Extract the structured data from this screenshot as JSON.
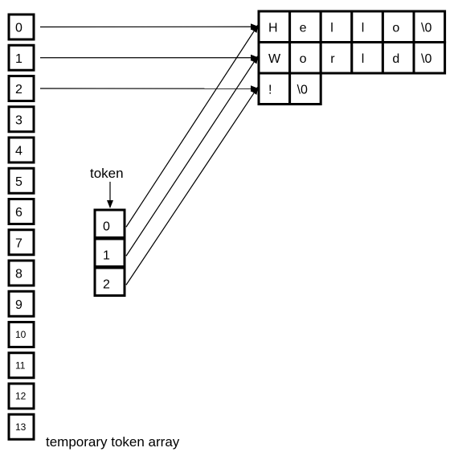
{
  "temp_array": {
    "indices": [
      "0",
      "1",
      "2",
      "3",
      "4",
      "5",
      "6",
      "7",
      "8",
      "9",
      "10",
      "11",
      "12",
      "13"
    ],
    "caption": "temporary token array"
  },
  "strings": [
    [
      "H",
      "e",
      "l",
      "l",
      "o",
      "\\0"
    ],
    [
      "W",
      "o",
      "r",
      "l",
      "d",
      "\\0"
    ],
    [
      "!",
      "\\0"
    ]
  ],
  "token": {
    "label": "token",
    "indices": [
      "0",
      "1",
      "2"
    ]
  },
  "links": [
    {
      "from": "temp_array.0",
      "to": "strings.0"
    },
    {
      "from": "temp_array.1",
      "to": "strings.1"
    },
    {
      "from": "temp_array.2",
      "to": "strings.2"
    },
    {
      "from": "token.0",
      "to": "strings.0"
    },
    {
      "from": "token.1",
      "to": "strings.1"
    },
    {
      "from": "token.2",
      "to": "strings.2"
    }
  ]
}
